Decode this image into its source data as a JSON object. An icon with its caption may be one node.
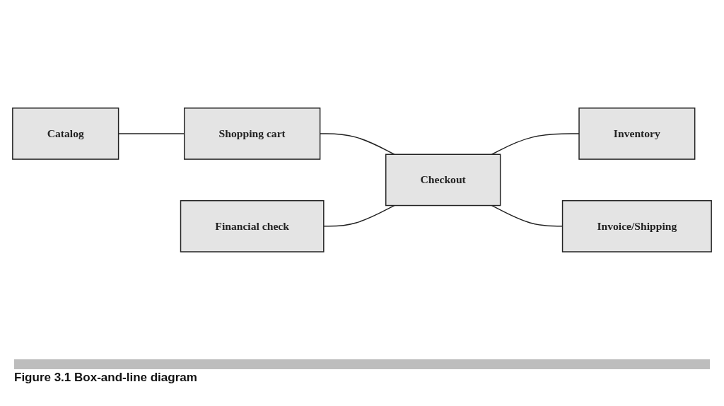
{
  "diagram": {
    "caption": "Figure 3.1 Box-and-line diagram",
    "nodes": [
      {
        "text": [
          "Catalog"
        ]
      },
      {
        "text": [
          "Shopping cart"
        ]
      },
      {
        "text": [
          "Financial check"
        ]
      },
      {
        "text": [
          "Checkout"
        ]
      },
      {
        "text": [
          "Inventory"
        ]
      },
      {
        "text": [
          "Invoice/Shipping"
        ]
      }
    ],
    "edges": [
      {
        "from": 0,
        "to": 1,
        "arrow": "none"
      },
      {
        "from": 1,
        "to": 3,
        "arrow": "none"
      },
      {
        "from": 2,
        "to": 3,
        "arrow": "none"
      },
      {
        "from": 3,
        "to": 4,
        "arrow": "none"
      },
      {
        "from": 3,
        "to": 5,
        "arrow": "none"
      }
    ]
  }
}
